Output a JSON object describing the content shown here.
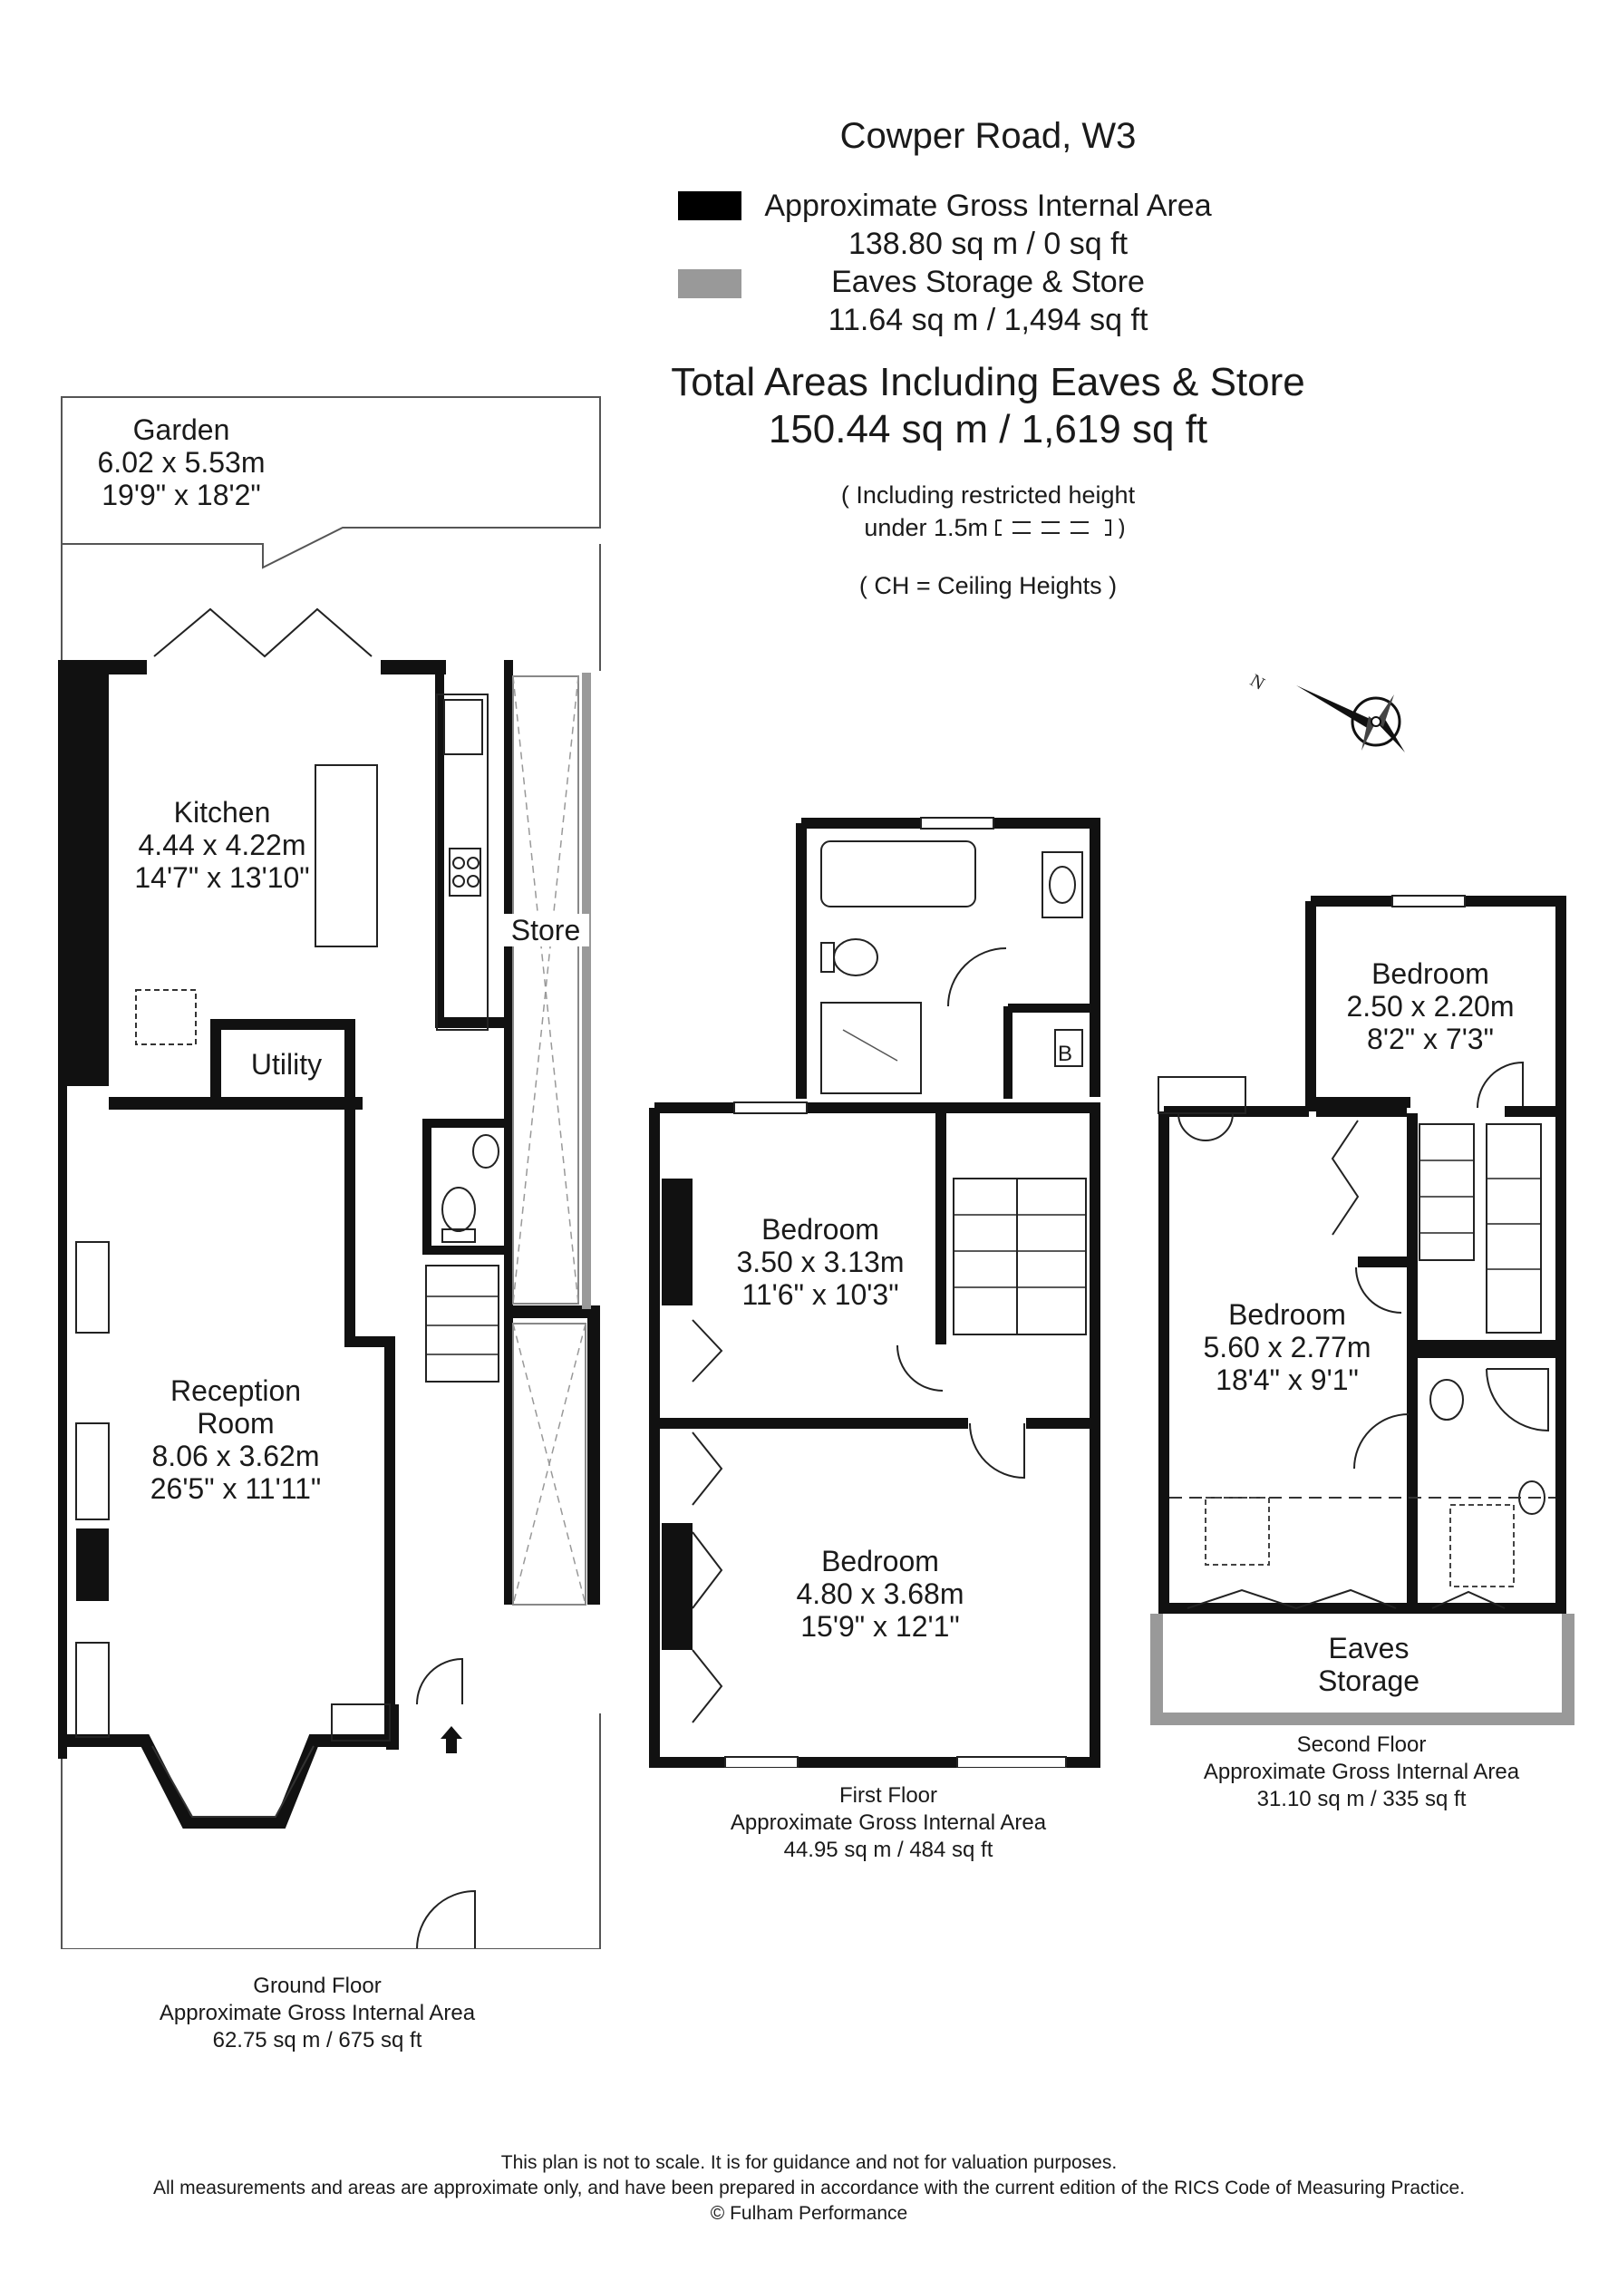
{
  "header": {
    "address": "Cowper Road, W3",
    "legend": [
      {
        "label": "Approximate Gross Internal Area",
        "area": "138.80 sq m  /  0 sq ft",
        "color": "#000000"
      },
      {
        "label": "Eaves Storage & Store",
        "area": "11.64 sq m  /  1,494 sq ft",
        "color": "#999999"
      }
    ],
    "total_label": "Total Areas Including Eaves & Store",
    "total_value": "150.44 sq m  /  1,619 sq ft",
    "restricted_line1": "( Including restricted height",
    "restricted_line2": "under 1.5m",
    "ceiling_note": "( CH = Ceiling Heights )"
  },
  "compass": {
    "icon": "compass-rose-icon",
    "letter": "N"
  },
  "ground_floor": {
    "garden": {
      "name": "Garden",
      "metric": "6.02 x 5.53m",
      "imperial": "19'9\" x 18'2\""
    },
    "kitchen": {
      "name": "Kitchen",
      "metric": "4.44 x 4.22m",
      "imperial": "14'7\" x 13'10\""
    },
    "store": {
      "name": "Store"
    },
    "utility": {
      "name": "Utility"
    },
    "reception": {
      "name1": "Reception",
      "name2": "Room",
      "metric": "8.06 x 3.62m",
      "imperial": "26'5\" x 11'11\""
    },
    "label": "Ground Floor",
    "gia_label": "Approximate Gross Internal Area",
    "area": "62.75 sq m  /  675 sq ft"
  },
  "first_floor": {
    "bedroom_a": {
      "name": "Bedroom",
      "metric": "3.50 x 3.13m",
      "imperial": "11'6\" x 10'3\""
    },
    "bedroom_b": {
      "name": "Bedroom",
      "metric": "4.80 x 3.68m",
      "imperial": "15'9\" x 12'1\""
    },
    "boiler": "B",
    "label": "First Floor",
    "gia_label": "Approximate Gross Internal Area",
    "area": "44.95 sq m  /  484 sq ft"
  },
  "second_floor": {
    "bedroom_small": {
      "name": "Bedroom",
      "metric": "2.50 x 2.20m",
      "imperial": "8'2\" x 7'3\""
    },
    "bedroom_large": {
      "name": "Bedroom",
      "metric": "5.60 x 2.77m",
      "imperial": "18'4\" x 9'1\""
    },
    "eaves": {
      "line1": "Eaves",
      "line2": "Storage"
    },
    "label": "Second Floor",
    "gia_label": "Approximate Gross Internal Area",
    "area": "31.10 sq m  /  335 sq ft"
  },
  "footer": {
    "line1": "This plan is not to scale. It is for guidance and not for valuation purposes.",
    "line2": "All measurements and areas are approximate only, and have been prepared in accordance with the current edition of the RICS Code of Measuring Practice.",
    "line3": "© Fulham Performance"
  }
}
